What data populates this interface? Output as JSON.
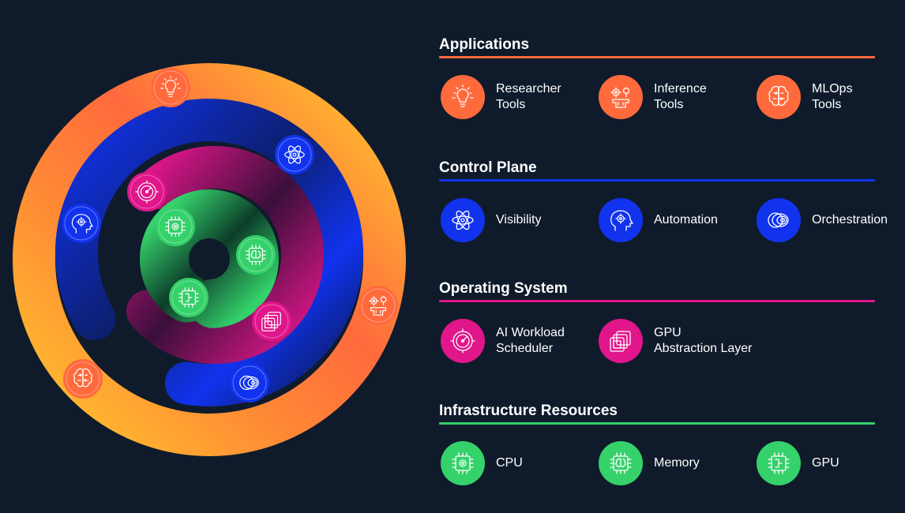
{
  "colors": {
    "background": "#0f1b2b",
    "applications": "#ff6a3d",
    "control_plane": "#1133ee",
    "operating_system": "#e0168a",
    "infrastructure": "#35d16a",
    "yellow_accent": "#ffc52e"
  },
  "sections": [
    {
      "key": "applications",
      "title": "Applications",
      "color": "#ff6a3d",
      "items": [
        {
          "label": "Researcher\nTools",
          "icon": "lightbulb-icon"
        },
        {
          "label": "Inference\nTools",
          "icon": "brain-gear-icon"
        },
        {
          "label": "MLOps\nTools",
          "icon": "brain-icon"
        }
      ]
    },
    {
      "key": "control_plane",
      "title": "Control Plane",
      "color": "#1133ee",
      "items": [
        {
          "label": "Visibility",
          "icon": "atom-icon"
        },
        {
          "label": "Automation",
          "icon": "head-gear-icon"
        },
        {
          "label": "Orchestration",
          "icon": "rings-icon"
        }
      ]
    },
    {
      "key": "operating_system",
      "title": "Operating System",
      "color": "#e0168a",
      "items": [
        {
          "label": "AI Workload\nScheduler",
          "icon": "gauge-icon"
        },
        {
          "label": "GPU\nAbstraction Layer",
          "icon": "layers-icon"
        }
      ]
    },
    {
      "key": "infrastructure",
      "title": "Infrastructure Resources",
      "color": "#35d16a",
      "items": [
        {
          "label": "CPU",
          "icon": "cpu-chip-icon"
        },
        {
          "label": "Memory",
          "icon": "memory-chip-icon"
        },
        {
          "label": "GPU",
          "icon": "gpu-chip-icon"
        }
      ]
    }
  ],
  "diagram_badges": [
    {
      "icon": "lightbulb-icon",
      "layer": "applications"
    },
    {
      "icon": "atom-icon",
      "layer": "control_plane"
    },
    {
      "icon": "head-gear-icon",
      "layer": "control_plane"
    },
    {
      "icon": "gauge-icon",
      "layer": "operating_system"
    },
    {
      "icon": "cpu-chip-icon",
      "layer": "infrastructure"
    },
    {
      "icon": "memory-chip-icon",
      "layer": "infrastructure"
    },
    {
      "icon": "gpu-chip-icon",
      "layer": "infrastructure"
    },
    {
      "icon": "layers-icon",
      "layer": "operating_system"
    },
    {
      "icon": "brain-gear-icon",
      "layer": "applications"
    },
    {
      "icon": "rings-icon",
      "layer": "control_plane"
    },
    {
      "icon": "brain-icon",
      "layer": "applications"
    }
  ]
}
